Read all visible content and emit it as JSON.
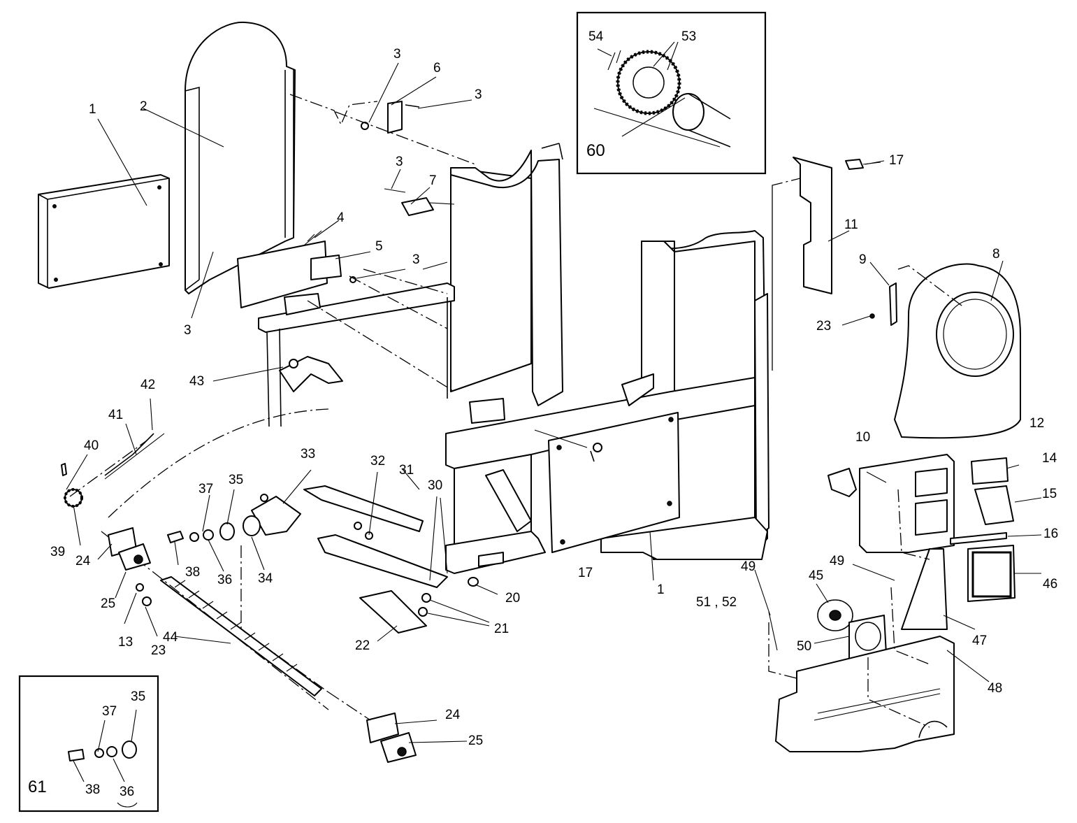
{
  "parts": {
    "p1": "1",
    "p2": "2",
    "p3": "3",
    "p4": "4",
    "p5": "5",
    "p6": "6",
    "p7": "7",
    "p8": "8",
    "p9": "9",
    "p10": "10",
    "p11": "11",
    "p12": "12",
    "p13": "13",
    "p14": "14",
    "p15": "15",
    "p16": "16",
    "p17": "17",
    "p20": "20",
    "p21": "21",
    "p22": "22",
    "p23": "23",
    "p24": "24",
    "p25": "25",
    "p30": "30",
    "p31": "31",
    "p32": "32",
    "p33": "33",
    "p34": "34",
    "p35": "35",
    "p36": "36",
    "p37": "37",
    "p38": "38",
    "p39": "39",
    "p40": "40",
    "p41": "41",
    "p42": "42",
    "p43": "43",
    "p44": "44",
    "p45": "45",
    "p46": "46",
    "p47": "47",
    "p48": "48",
    "p49": "49",
    "p50": "50",
    "p51_52": "51 , 52",
    "p53": "53",
    "p54": "54",
    "p60": "60",
    "p61": "61"
  }
}
